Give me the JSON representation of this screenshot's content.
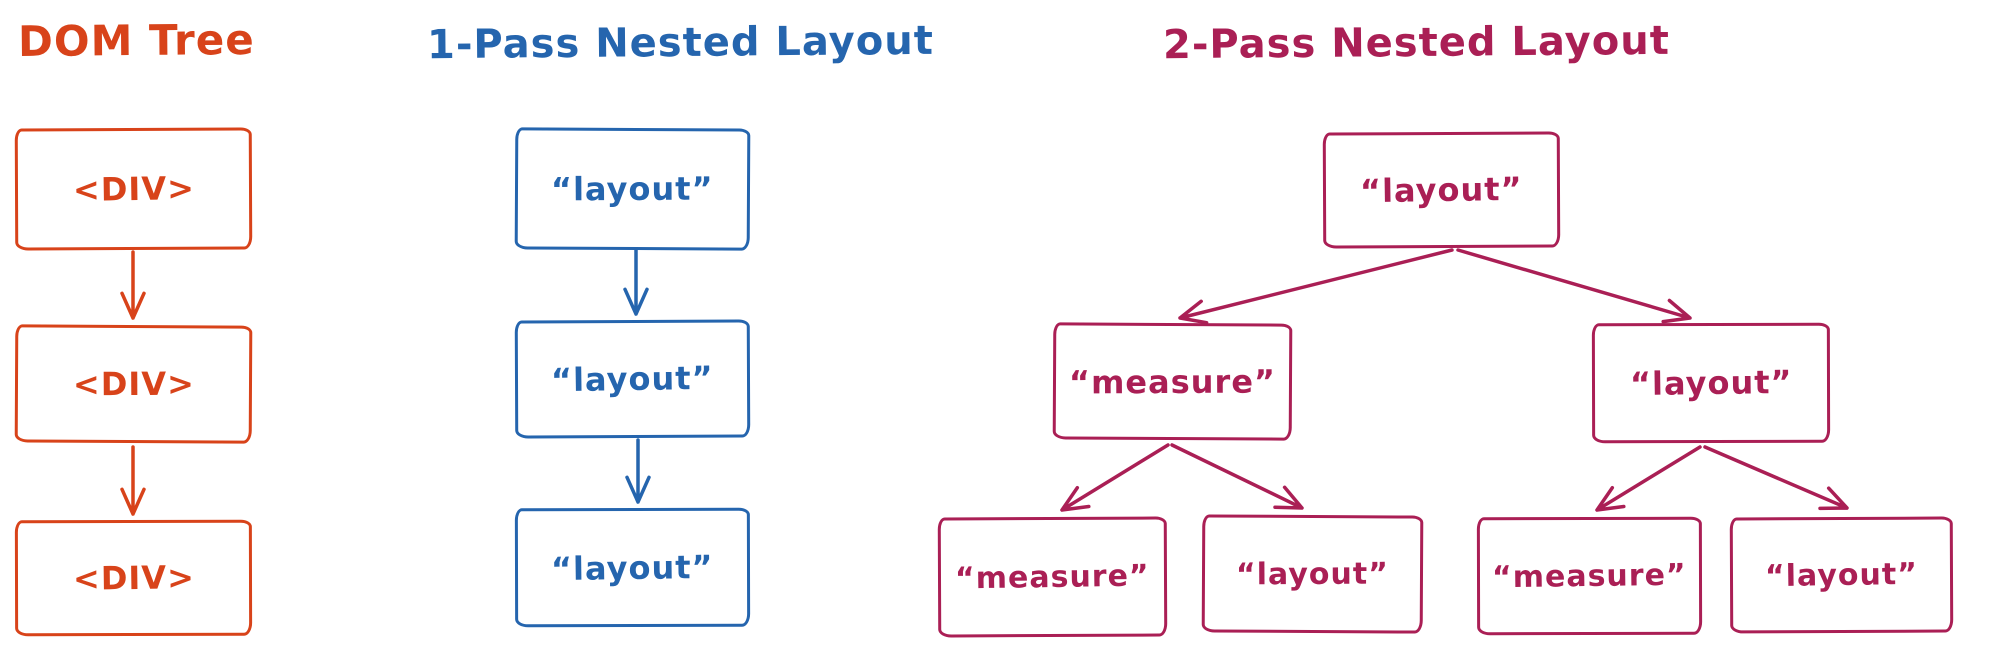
{
  "panels": {
    "dom_tree": {
      "title": "DOM Tree",
      "color": "#d8431a",
      "nodes": [
        "<DIV>",
        "<DIV>",
        "<DIV>"
      ]
    },
    "one_pass": {
      "title": "1-Pass Nested Layout",
      "color": "#2565ae",
      "nodes": [
        "“layout”",
        "“layout”",
        "“layout”"
      ]
    },
    "two_pass": {
      "title": "2-Pass Nested Layout",
      "color": "#aa1f55",
      "root": "“layout”",
      "level2": [
        "“measure”",
        "“layout”"
      ],
      "level3": [
        "“measure”",
        "“layout”",
        "“measure”",
        "“layout”"
      ]
    }
  },
  "background_color": "#ffffff"
}
